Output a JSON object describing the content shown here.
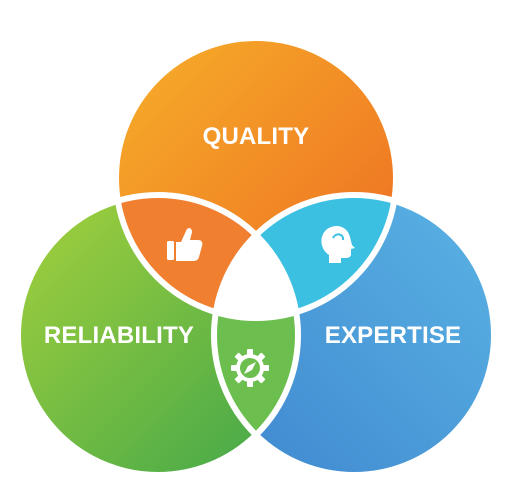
{
  "diagram": {
    "type": "venn",
    "sets": [
      {
        "id": "quality",
        "label": "QUALITY",
        "color_start": "#f6a623",
        "color_end": "#ef6e24"
      },
      {
        "id": "reliability",
        "label": "RELIABILITY",
        "color_start": "#9ccb3b",
        "color_end": "#4aa94a"
      },
      {
        "id": "expertise",
        "label": "EXPERTISE",
        "color_start": "#3ea0dc",
        "color_end": "#4e8ed0"
      }
    ],
    "intersections": [
      {
        "sets": [
          "quality",
          "reliability"
        ],
        "icon": "thumbs-up-icon",
        "color": "#f08030"
      },
      {
        "sets": [
          "quality",
          "expertise"
        ],
        "icon": "head-profile-icon",
        "color": "#3dc0e0"
      },
      {
        "sets": [
          "reliability",
          "expertise"
        ],
        "icon": "gear-compass-icon",
        "color": "#6bbf4e"
      },
      {
        "sets": [
          "quality",
          "reliability",
          "expertise"
        ],
        "icon": "",
        "color": "#ffffff"
      }
    ]
  }
}
